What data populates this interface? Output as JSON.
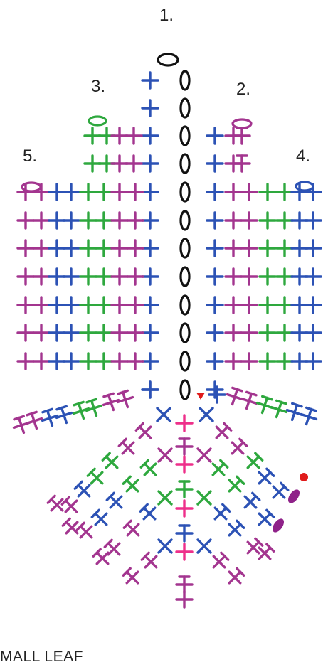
{
  "diagram": {
    "labels": [
      "1.",
      "2.",
      "3.",
      "4.",
      "5."
    ],
    "caption": "MALL LEAF"
  },
  "colors": {
    "magenta": "#a3358f",
    "blue": "#2c52b5",
    "green": "#2ea83e",
    "pink": "#ee2f8a",
    "black": "#111111",
    "red": "#e01b1b",
    "purple": "#8f2289"
  },
  "stitch_types": {
    "chain": "oval",
    "single_crochet": "plus",
    "half_double_crochet": "cross",
    "double_crochet": "t-bar",
    "slip_stitch": "filled-oval"
  }
}
